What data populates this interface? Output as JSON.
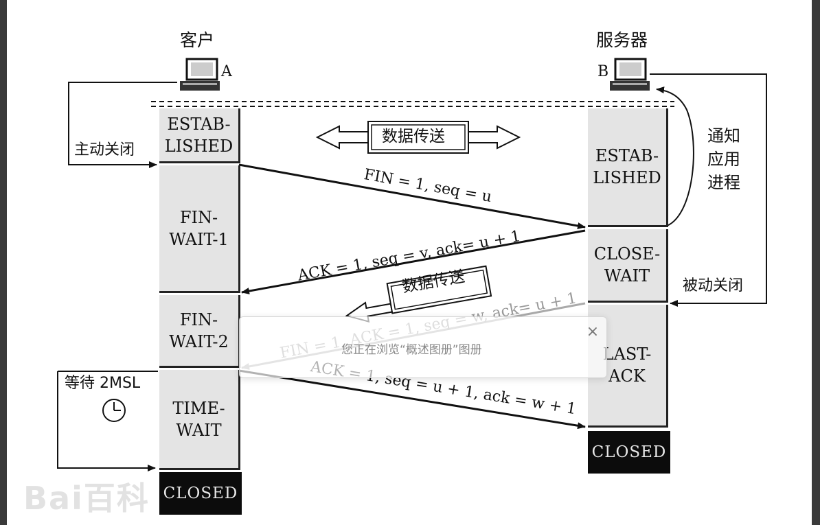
{
  "client": {
    "title": "客户",
    "letter": "A"
  },
  "server": {
    "title": "服务器",
    "letter": "B"
  },
  "client_states": {
    "established": [
      "ESTAB-",
      "LISHED"
    ],
    "fin_wait_1": [
      "FIN-",
      "WAIT-1"
    ],
    "fin_wait_2": [
      "FIN-",
      "WAIT-2"
    ],
    "time_wait": [
      "TIME-",
      "WAIT"
    ],
    "closed": "CLOSED"
  },
  "server_states": {
    "established": [
      "ESTAB-",
      "LISHED"
    ],
    "close_wait": [
      "CLOSE-",
      "WAIT"
    ],
    "last_ack": [
      "LAST-",
      "ACK"
    ],
    "closed": "CLOSED"
  },
  "labels": {
    "active_close": "主动关闭",
    "passive_close": "被动关闭",
    "notify_app": [
      "通知",
      "应用",
      "进程"
    ],
    "wait_2msl": "等待 2MSL",
    "data_transfer_1": "数据传送",
    "data_transfer_2": "数据传送"
  },
  "messages": {
    "fin1": "FIN = 1, seq = u",
    "ack1": "ACK = 1, seq = v, ack= u + 1",
    "fin2": "FIN = 1, ACK = 1, seq = w, ack= u + 1",
    "ack2": "ACK = 1, seq = u + 1, ack = w + 1"
  },
  "popup": {
    "text": "您正在浏览“概述图册”图册",
    "close": "×"
  },
  "watermark": "Bai百科",
  "icons": {
    "computer": "computer-icon",
    "clock": "clock-icon",
    "close": "close-icon"
  }
}
